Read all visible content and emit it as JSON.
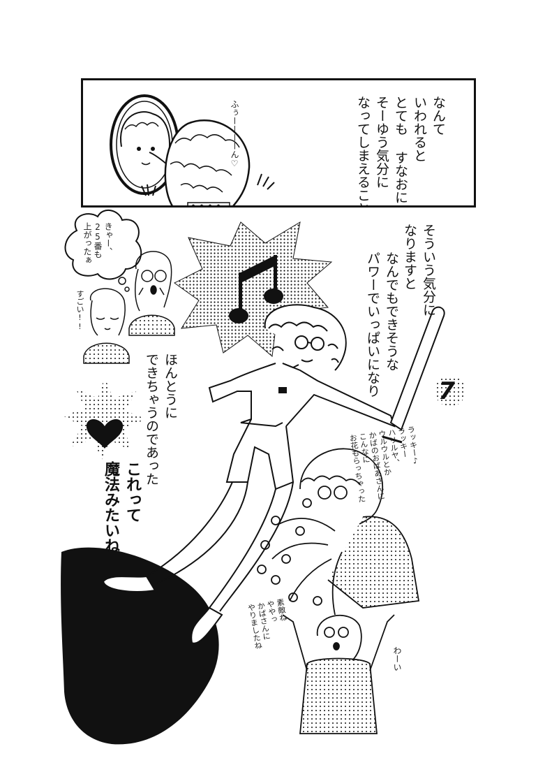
{
  "panel_top": {
    "narration": [
      "なんて",
      "いわれると",
      "とても すなおに",
      "そーゆう気分に",
      "なってしまえること"
    ],
    "sigh": "ふぅーーーーん♡"
  },
  "narration_right": {
    "line1": [
      "そういう気分に",
      "なりますと"
    ],
    "line2": [
      "なんでもできそうな",
      "パワーでいっぱいになり"
    ]
  },
  "narration_middle": [
    "ほんとうに",
    "できちゃうのであった"
  ],
  "closing_caption": [
    "これって",
    "魔法みたいね"
  ],
  "thought_bubble": [
    "きゃー、",
    "25番も",
    "上がったぁ"
  ],
  "side_exclaim": "すごい!!",
  "aside_lucky": [
    "ラッキー♪",
    "ラッキー",
    "ハリルヤ、",
    "ウルウルとか",
    "かばのおばあさんに",
    "こんなに",
    "お花もらっちゃった"
  ],
  "aside_child": [
    "素敵ね",
    "ややっ",
    "かばさんに",
    "やりましたね"
  ],
  "child_cry": "わーい",
  "page_number": "7",
  "colors": {
    "ink": "#111111",
    "paper": "#ffffff",
    "tone": "#9a9a9a"
  }
}
